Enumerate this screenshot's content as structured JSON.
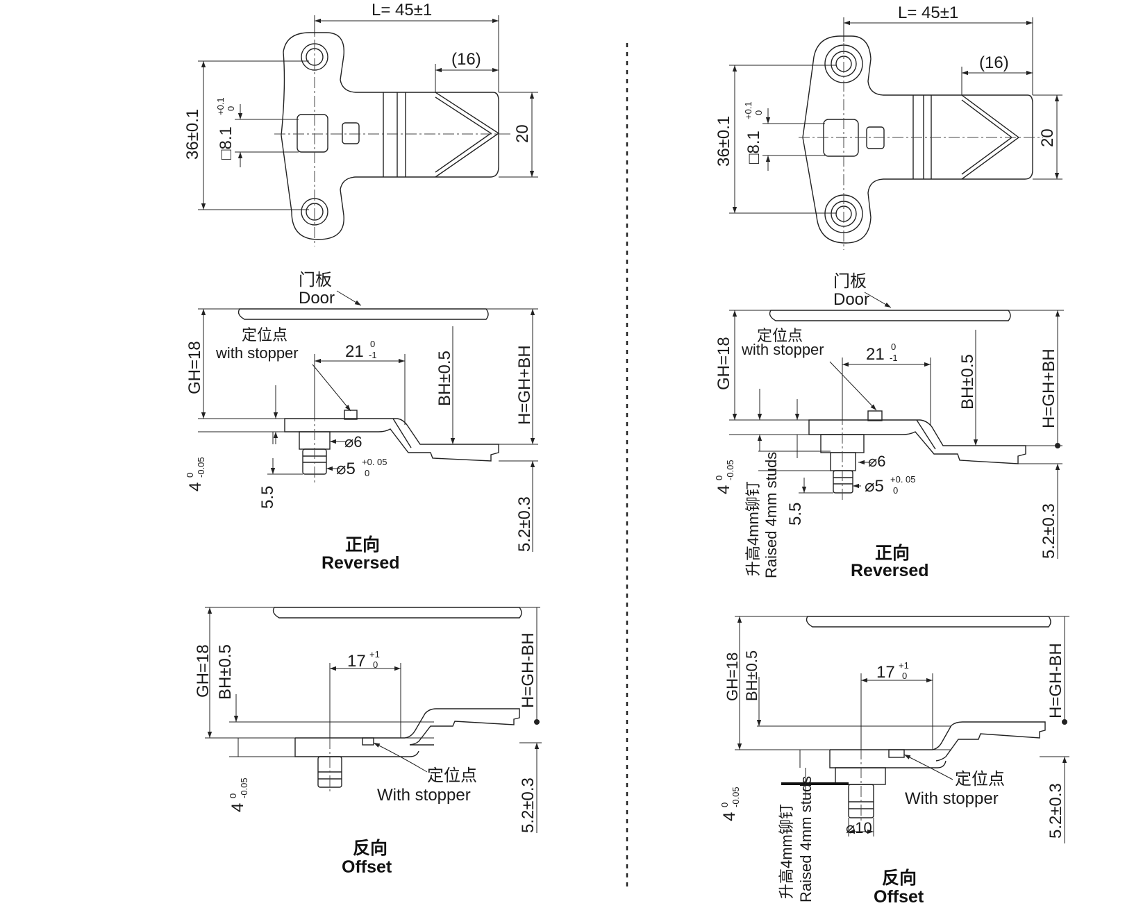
{
  "left": {
    "top_view": {
      "length": "L=  45±1",
      "slot": "(16)",
      "height": "36±0.1",
      "square": "□8.1",
      "square_tol_upper": "+0.1",
      "square_tol_lower": "0",
      "width": "20"
    },
    "reversed": {
      "door_cn": "门板",
      "door_en": "Door",
      "gh": "GH=18",
      "stopper_cn": "定位点",
      "stopper_en": "with stopper",
      "dim21": "21",
      "dim21_upper": "0",
      "dim21_lower": "-1",
      "bh": "BH±0.5",
      "h": "H=GH+BH",
      "dia6": "⌀6",
      "dia5": "⌀5",
      "dia5_tol_upper": "+0. 05",
      "dia5_tol_lower": "0",
      "four": "4",
      "four_tol_upper": "0",
      "four_tol_lower": "-0.05",
      "dim55": "5.5",
      "dim52": "5.2±0.3",
      "title_cn": "正向",
      "title_en": "Reversed"
    },
    "offset": {
      "gh": "GH=18",
      "bh": "BH±0.5",
      "dim17": "17",
      "dim17_upper": "+1",
      "dim17_lower": "0",
      "h": "H=GH-BH",
      "stopper_cn": "定位点",
      "stopper_en": "With stopper",
      "four": "4",
      "four_tol_upper": "0",
      "four_tol_lower": "-0.05",
      "dim52": "5.2±0.3",
      "title_cn": "反向",
      "title_en": "Offset"
    }
  },
  "right": {
    "top_view": {
      "length": "L=  45±1",
      "slot": "(16)",
      "height": "36±0.1",
      "square": "□8.1",
      "square_tol_upper": "+0.1",
      "square_tol_lower": "0",
      "width": "20"
    },
    "reversed": {
      "door_cn": "门板",
      "door_en": "Door",
      "gh": "GH=18",
      "stopper_cn": "定位点",
      "stopper_en": "with stopper",
      "dim21": "21",
      "dim21_upper": "0",
      "dim21_lower": "-1",
      "bh": "BH±0.5",
      "h": "H=GH+BH",
      "dia6": "⌀6",
      "dia5": "⌀5",
      "dia5_tol_upper": "+0. 05",
      "dia5_tol_lower": "0",
      "four": "4",
      "four_tol_upper": "0",
      "four_tol_lower": "-0.05",
      "raised_cn": "升高4mm铆钉",
      "raised_en": "Raised 4mm studs",
      "dim55": "5.5",
      "dim52": "5.2±0.3",
      "title_cn": "正向",
      "title_en": "Reversed"
    },
    "offset": {
      "gh": "GH=18",
      "bh": "BH±0.5",
      "dim17": "17",
      "dim17_upper": "+1",
      "dim17_lower": "0",
      "h": "H=GH-BH",
      "stopper_cn": "定位点",
      "stopper_en": "With stopper",
      "four": "4",
      "four_tol_upper": "0",
      "four_tol_lower": "-0.05",
      "raised_cn": "升高4mm铆钉",
      "raised_en": "Raised 4mm studs",
      "dia10": "⌀10",
      "dim52": "5.2±0.3",
      "title_cn": "反向",
      "title_en": "Offset"
    }
  }
}
